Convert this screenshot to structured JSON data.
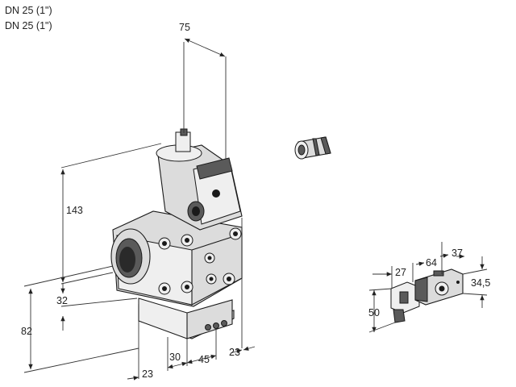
{
  "header": {
    "line1": "DN 25 (1\")",
    "line2": "DN 25 (1\")"
  },
  "dimensions": {
    "top_width": "75",
    "height_main": "143",
    "height_lower": "32",
    "height_total": "82",
    "bottom_left": "23",
    "bottom_30": "30",
    "bottom_45": "45",
    "bottom_right": "23"
  },
  "connector_dimensions": {
    "width_27": "27",
    "width_64": "64",
    "width_37": "37",
    "height_34_5": "34,5",
    "height_50": "50"
  }
}
